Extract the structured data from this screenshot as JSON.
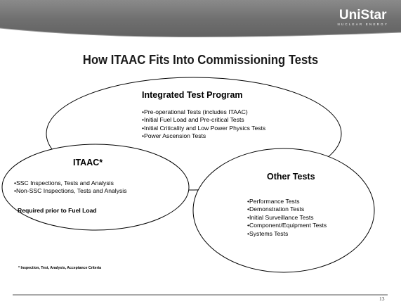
{
  "logo": {
    "name": "UniStar",
    "tagline": "NUCLEAR ENERGY"
  },
  "title": "How ITAAC Fits Into Commissioning Tests",
  "integrated_test_program": {
    "heading": "Integrated Test Program",
    "items": [
      "Pre-operational  Tests (includes ITAAC)",
      "Initial Fuel Load and Pre-critical Tests",
      "Initial Criticality and Low Power Physics Tests",
      "Power Ascension Tests"
    ]
  },
  "itaac": {
    "heading": "ITAAC*",
    "items": [
      "SSC Inspections, Tests and Analysis",
      "Non-SSC Inspections, Tests and Analysis"
    ],
    "note": "Required prior to Fuel Load"
  },
  "other_tests": {
    "heading": "Other Tests",
    "items": [
      "Performance Tests",
      "Demonstration Tests",
      "Initial Surveillance Tests",
      "Component/Equipment Tests",
      "Systems Tests"
    ]
  },
  "footnote": "* Inspection, Test, Analysis, Acceptance Criteria",
  "page_number": "13",
  "colors": {
    "header": "#6f6f6f",
    "ellipse_stroke": "#000000",
    "rule": "#555555"
  }
}
